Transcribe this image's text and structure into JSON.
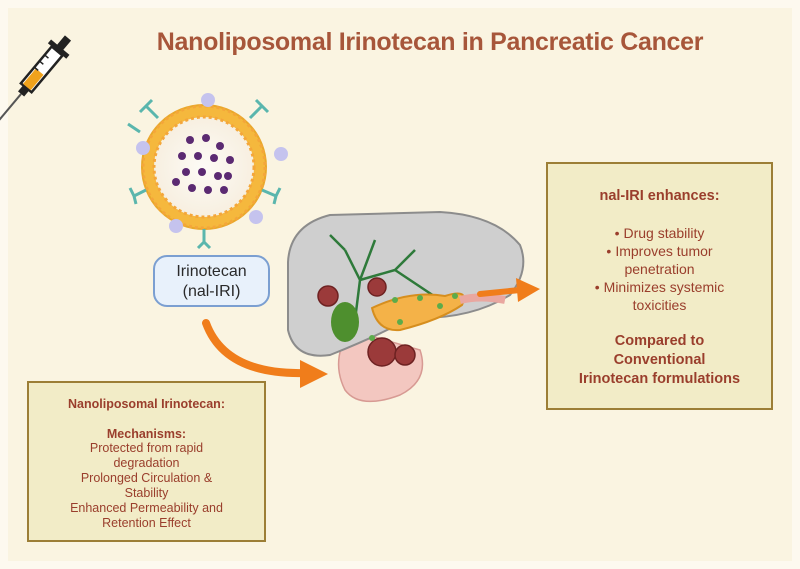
{
  "title": "Nanoliposomal Irinotecan in Pancreatic Cancer",
  "drug_label": {
    "line1": "Irinotecan",
    "line2": "(nal-IRI)"
  },
  "left_box": {
    "heading": "Nanoliposomal Irinotecan:",
    "mechanisms_heading": "Mechanisms:",
    "lines": [
      "Protected from rapid",
      "degradation",
      "Prolonged Circulation &",
      "Stability",
      "Enhanced Permeability and",
      "Retention Effect"
    ]
  },
  "right_box": {
    "heading": "nal-IRI enhances:",
    "bullets": [
      [
        "Drug stability"
      ],
      [
        "Improves tumor",
        "penetration"
      ],
      [
        "Minimizes systemic",
        "toxicities"
      ]
    ],
    "comparison_lines": [
      "Compared to",
      "Conventional",
      "Irinotecan formulations"
    ]
  },
  "colors": {
    "title": "#a7563a",
    "box_text": "#9a3e2c",
    "box_fill": "#f2ecc7",
    "box_border": "#9c7e36",
    "arrow": "#f07d1b",
    "liposome_shell": "#f5b83d",
    "drug_particles": "#5b2a72",
    "antibody": "#5ab6ad"
  },
  "icons": [
    "syringe-icon",
    "liposome-icon",
    "liver-pancreas-icon",
    "curved-arrow-icon",
    "right-arrow-icon"
  ]
}
